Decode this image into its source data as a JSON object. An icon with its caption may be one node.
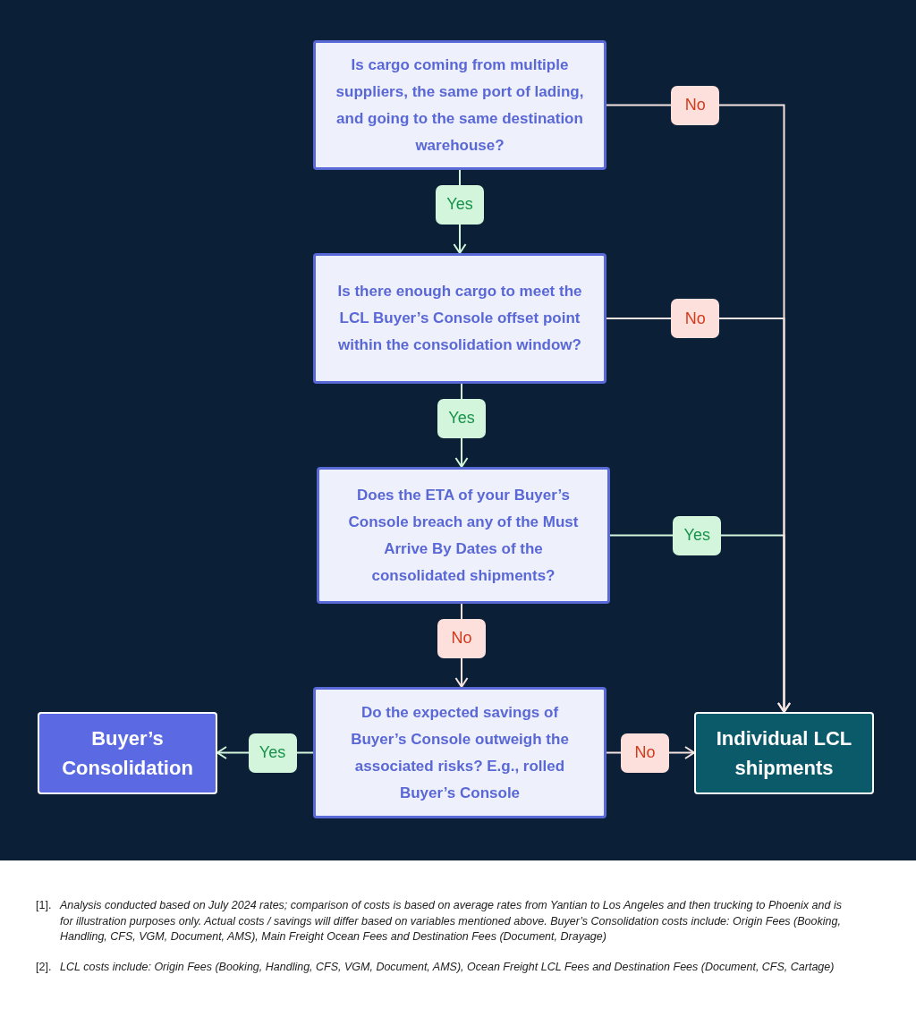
{
  "diagram": {
    "nodes": [
      {
        "text": [
          "Is cargo coming from multiple suppliers, the same port of lading, and going to the same destination warehouse?"
        ]
      },
      {
        "text": [
          "Is there enough cargo to meet the LCL Buyer’s Console offset point within the consolidation window?"
        ]
      },
      {
        "text": [
          "Does the ETA of your Buyer’s Console breach any of the Must Arrive By Dates of the consolidated shipments?"
        ]
      },
      {
        "text": [
          "Do the expected savings of Buyer’s Console outweigh the associated risks? E.g., rolled Buyer’s Console"
        ]
      },
      {
        "text": [
          "Buyer’s Consolidation"
        ]
      },
      {
        "text": [
          "Individual LCL shipments"
        ]
      }
    ],
    "edges": [
      {
        "from": 0,
        "to": 1,
        "arrow": "to",
        "label": "Yes",
        "color": "#d2f5dc"
      },
      {
        "from": 0,
        "to": 5,
        "arrow": "to",
        "label": "No"
      },
      {
        "from": 1,
        "to": 2,
        "arrow": "to",
        "label": "Yes",
        "color": "#d2f5dc"
      },
      {
        "from": 1,
        "to": 5,
        "arrow": "to",
        "label": "No"
      },
      {
        "from": 2,
        "to": 5,
        "arrow": "to",
        "label": "Yes",
        "color": "#d2f5dc"
      },
      {
        "from": 2,
        "to": 3,
        "arrow": "to",
        "label": "No"
      },
      {
        "from": 3,
        "to": 4,
        "arrow": "to",
        "label": "Yes",
        "color": "#d2f5dc"
      },
      {
        "from": 3,
        "to": 5,
        "arrow": "to",
        "label": "No"
      }
    ],
    "labels": [
      "[1].",
      "Analysis conducted based on July 2024 rates; comparison of costs is based on average rates from Yantian to Los Angeles and then trucking to Phoenix and is for illustration purposes only. Actual costs / savings will differ based on variables mentioned above. Buyer’s Consolidation costs include: Origin Fees (Booking, Handling, CFS, VGM, Document, AMS), Main Freight Ocean Fees and Destination Fees (Document, Drayage)",
      "[2].",
      "LCL costs include: Origin Fees (Booking, Handling, CFS, VGM, Document, AMS), Ocean Freight LCL Fees and Destination Fees (Document, CFS, Cartage)"
    ]
  }
}
